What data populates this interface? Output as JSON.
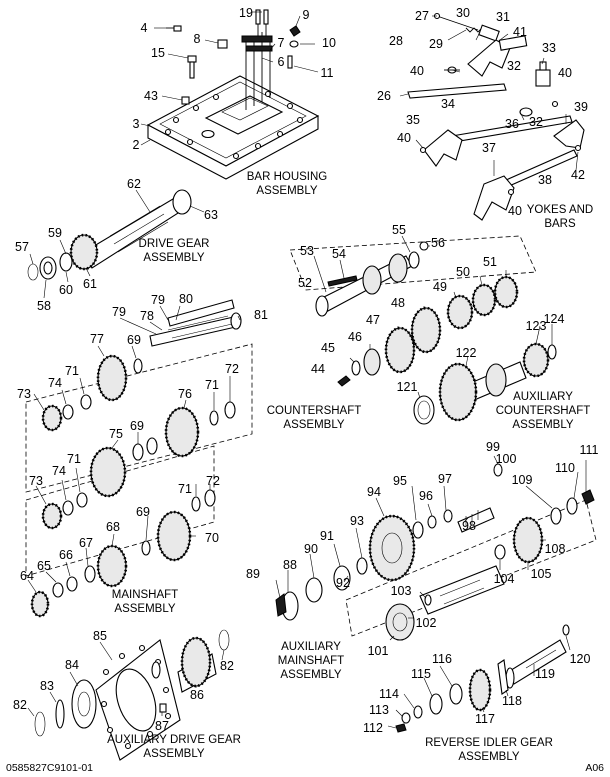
{
  "titles": {
    "bar_housing": [
      "BAR HOUSING",
      "ASSEMBLY"
    ],
    "yokes_bars": [
      "YOKES AND",
      "BARS"
    ],
    "drive_gear": [
      "DRIVE GEAR",
      "ASSEMBLY"
    ],
    "countershaft": [
      "COUNTERSHAFT",
      "ASSEMBLY"
    ],
    "aux_countershaft": [
      "AUXILIARY",
      "COUNTERSHAFT",
      "ASSEMBLY"
    ],
    "mainshaft": [
      "MAINSHAFT",
      "ASSEMBLY"
    ],
    "aux_mainshaft": [
      "AUXILIARY",
      "MAINSHAFT",
      "ASSEMBLY"
    ],
    "aux_drive_gear": [
      "AUXILIARY DRIVE GEAR",
      "ASSEMBLY"
    ],
    "reverse_idler": [
      "REVERSE IDLER GEAR",
      "ASSEMBLY"
    ]
  },
  "footer": {
    "drawing_number": "0585827C9101-01",
    "sheet_code": "A06"
  },
  "callouts": [
    "19",
    "9",
    "27",
    "30",
    "31",
    "4",
    "8",
    "10",
    "28",
    "29",
    "41",
    "15",
    "7",
    "33",
    "6",
    "11",
    "40",
    "40",
    "32",
    "43",
    "26",
    "34",
    "36",
    "32",
    "39",
    "3",
    "35",
    "2",
    "40",
    "37",
    "42",
    "38",
    "40",
    "62",
    "63",
    "59",
    "57",
    "61",
    "60",
    "58",
    "53",
    "54",
    "55",
    "56",
    "52",
    "51",
    "50",
    "49",
    "48",
    "47",
    "46",
    "45",
    "44",
    "123",
    "124",
    "122",
    "121",
    "79",
    "78",
    "79",
    "80",
    "81",
    "77",
    "69",
    "73",
    "74",
    "71",
    "76",
    "71",
    "72",
    "75",
    "69",
    "73",
    "74",
    "71",
    "71",
    "72",
    "68",
    "69",
    "70",
    "64",
    "65",
    "66",
    "67",
    "99",
    "100",
    "111",
    "95",
    "97",
    "109",
    "110",
    "94",
    "96",
    "98",
    "93",
    "108",
    "91",
    "90",
    "89",
    "88",
    "92",
    "105",
    "104",
    "103",
    "102",
    "101",
    "85",
    "84",
    "83",
    "82",
    "82",
    "86",
    "87",
    "116",
    "115",
    "114",
    "113",
    "112",
    "117",
    "118",
    "119",
    "120"
  ]
}
